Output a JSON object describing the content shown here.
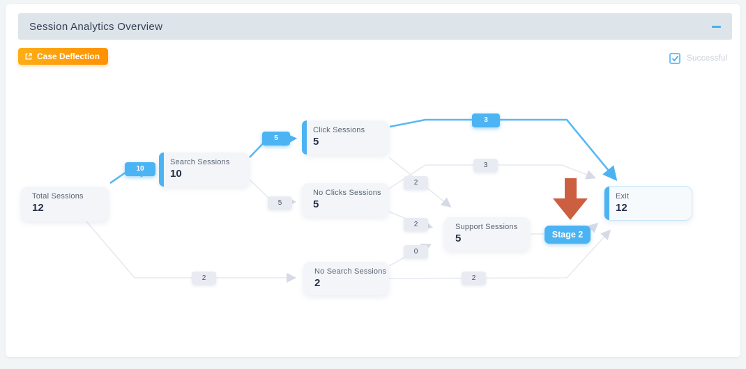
{
  "header": {
    "title": "Session Analytics Overview"
  },
  "toolbar": {
    "case_deflection": "Case Deflection"
  },
  "legend": {
    "successful": "Successful",
    "checked": true
  },
  "flow": {
    "stage_badge": "Stage 2",
    "nodes": [
      {
        "id": "total",
        "label": "Total Sessions",
        "value": "12",
        "accent": false
      },
      {
        "id": "search",
        "label": "Search Sessions",
        "value": "10",
        "accent": true
      },
      {
        "id": "click",
        "label": "Click Sessions",
        "value": "5",
        "accent": true
      },
      {
        "id": "noclicks",
        "label": "No Clicks Sessions",
        "value": "5",
        "accent": false
      },
      {
        "id": "nosearch",
        "label": "No Search Sessions",
        "value": "2",
        "accent": false
      },
      {
        "id": "support",
        "label": "Support Sessions",
        "value": "5",
        "accent": false
      },
      {
        "id": "exit",
        "label": "Exit",
        "value": "12",
        "accent": true
      }
    ],
    "edge_labels": [
      {
        "from": "total",
        "to": "search",
        "value": "10",
        "style": "highlight"
      },
      {
        "from": "search",
        "to": "click",
        "value": "5",
        "style": "highlight"
      },
      {
        "from": "click",
        "to": "exit",
        "value": "3",
        "style": "highlight"
      },
      {
        "from": "search",
        "to": "noclicks",
        "value": "5",
        "style": "normal"
      },
      {
        "from": "total",
        "to": "nosearch",
        "value": "2",
        "style": "normal"
      },
      {
        "from": "click",
        "to": "support",
        "value": "2",
        "style": "normal"
      },
      {
        "from": "noclicks",
        "to": "exit",
        "value": "3",
        "style": "normal"
      },
      {
        "from": "noclicks",
        "to": "support",
        "value": "2",
        "style": "normal"
      },
      {
        "from": "nosearch",
        "to": "support",
        "value": "0",
        "style": "normal"
      },
      {
        "from": "nosearch",
        "to": "exit",
        "value": "2",
        "style": "normal"
      }
    ]
  },
  "colors": {
    "accent_blue": "#4cb3f2",
    "edge_gray": "#e7e9f0",
    "pointer_red": "#cd5f41",
    "button_orange": "#ff9100",
    "header_bg": "#dde4ea"
  }
}
